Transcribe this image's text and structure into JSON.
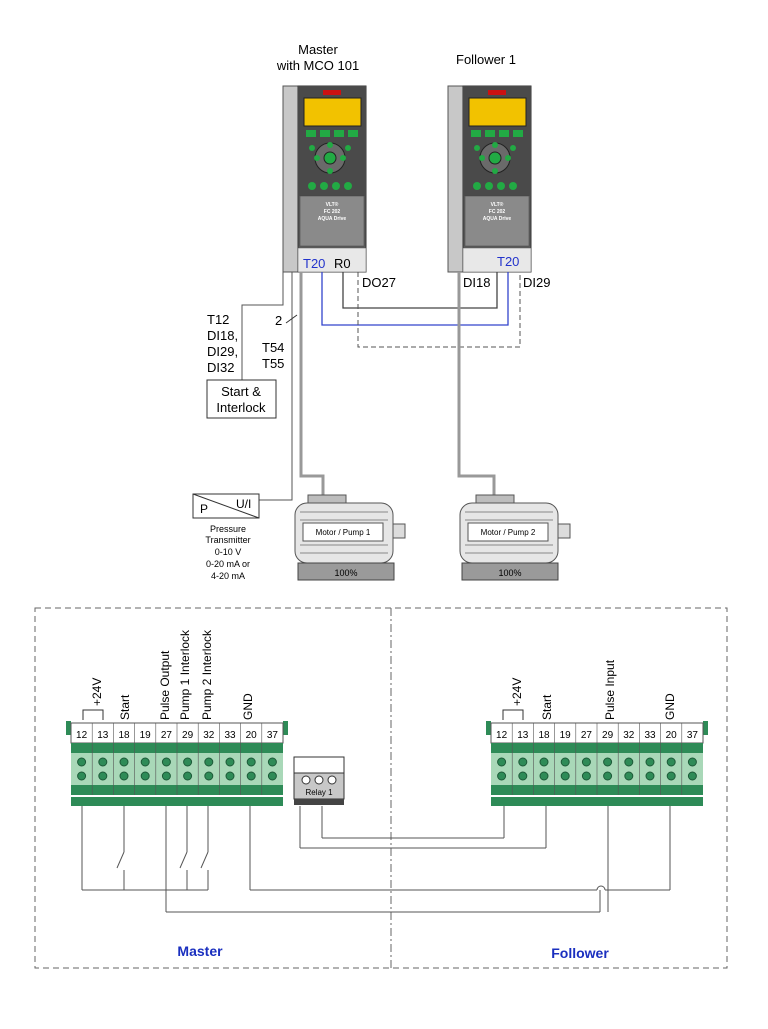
{
  "drives": {
    "master": {
      "title_line1": "Master",
      "title_line2": "with MCO 101",
      "terminal_blue": "T20",
      "terminal_black": "R0",
      "brand": "VLT®",
      "model": "FC 202",
      "subtitle": "AQUA Drive"
    },
    "follower": {
      "title": "Follower 1",
      "terminal_blue": "T20",
      "brand": "VLT®",
      "model": "FC 202",
      "subtitle": "AQUA Drive"
    }
  },
  "labels": {
    "do27": "DO27",
    "di18": "DI18",
    "di29": "DI29",
    "left_block": [
      "T12",
      "DI18,",
      "DI29,",
      "DI32"
    ],
    "t54": "T54",
    "t55": "T55",
    "two_slash": "2",
    "start_interlock": [
      "Start &",
      "Interlock"
    ]
  },
  "transmitter": {
    "p": "P",
    "ui": "U/I",
    "caption": [
      "Pressure",
      "Transmitter",
      "0-10 V",
      "0-20 mA or",
      "4-20 mA"
    ]
  },
  "motors": [
    {
      "label": "Motor / Pump 1",
      "percent": "100%"
    },
    {
      "label": "Motor / Pump 2",
      "percent": "100%"
    }
  ],
  "wiring": {
    "master_terminals": [
      "12",
      "13",
      "18",
      "19",
      "27",
      "29",
      "32",
      "33",
      "20",
      "37"
    ],
    "follower_terminals": [
      "12",
      "13",
      "18",
      "19",
      "27",
      "29",
      "32",
      "33",
      "20",
      "37"
    ],
    "master_signals": [
      "+24V",
      "Start",
      "Pulse Output",
      "Pump 1 Interlock",
      "Pump 2 Interlock",
      "GND"
    ],
    "follower_signals": [
      "+24V",
      "Start",
      "Pulse Input",
      "GND"
    ],
    "relay_label": "Relay 1",
    "master_label": "Master",
    "follower_label": "Follower"
  },
  "colors": {
    "drive_body": "#5a5a5a",
    "drive_display": "#f2c200",
    "drive_key": "#22aa44",
    "terminal_green": "#2e8b57",
    "blue_wire": "#3344cc",
    "label_blue": "#1a2fbf"
  }
}
